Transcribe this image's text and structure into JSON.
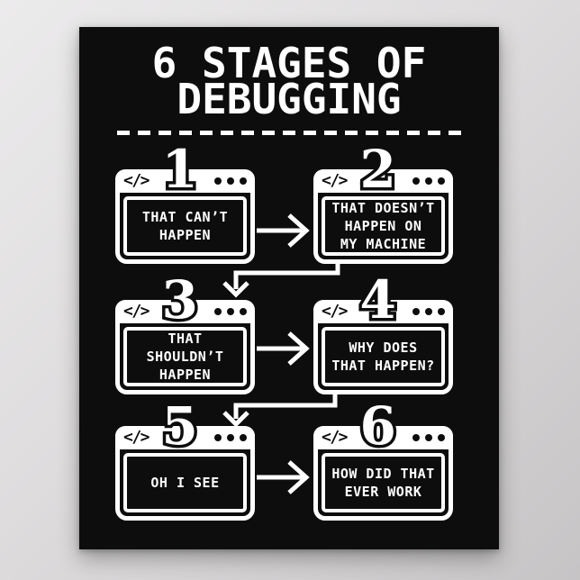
{
  "poster": {
    "title": {
      "line1": "6 STAGES OF",
      "line2": "DEBUGGING"
    },
    "colors": {
      "poster_bg": "#0d0d0d",
      "ink": "#ffffff",
      "wall_bg": "#d8d6d7"
    }
  },
  "stages": [
    {
      "number": "1",
      "window_icon": "</>",
      "lines": [
        "THAT CAN’T",
        "HAPPEN"
      ]
    },
    {
      "number": "2",
      "window_icon": "</>",
      "lines": [
        "THAT DOESN’T",
        "HAPPEN ON",
        "MY MACHINE"
      ]
    },
    {
      "number": "3",
      "window_icon": "</>",
      "lines": [
        "THAT",
        "SHOULDN’T",
        "HAPPEN"
      ]
    },
    {
      "number": "4",
      "window_icon": "</>",
      "lines": [
        "WHY DOES",
        "THAT HAPPEN?"
      ]
    },
    {
      "number": "5",
      "window_icon": "</>",
      "lines": [
        "OH I SEE"
      ]
    },
    {
      "number": "6",
      "window_icon": "</>",
      "lines": [
        "HOW DID THAT",
        "EVER WORK"
      ]
    }
  ]
}
